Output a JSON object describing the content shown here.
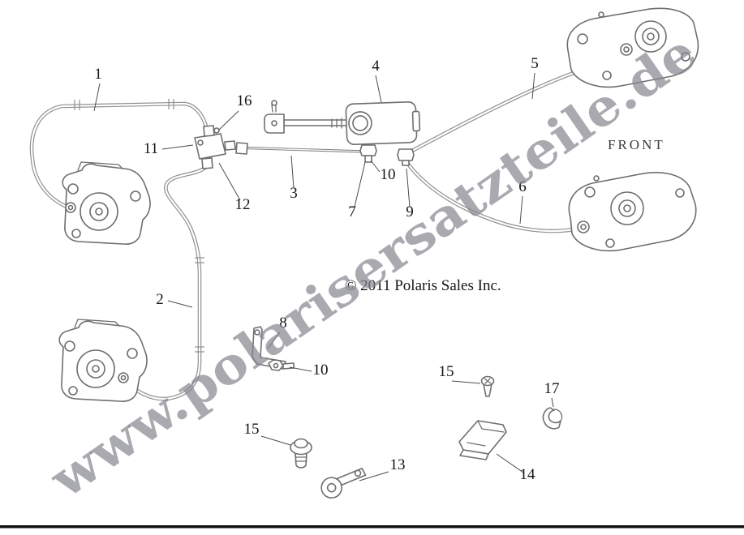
{
  "diagram": {
    "watermark": "www.polarisersatzteile.de",
    "copyright": "© 2011 Polaris Sales Inc.",
    "front_label": "FRONT",
    "colors": {
      "watermark": "#84848f",
      "line_art": "#6e6e6e",
      "hose": "#909090",
      "text": "#141414",
      "bottom_rule": "#101010"
    }
  },
  "callouts": [
    {
      "n": "1"
    },
    {
      "n": "16"
    },
    {
      "n": "11"
    },
    {
      "n": "12"
    },
    {
      "n": "3"
    },
    {
      "n": "4"
    },
    {
      "n": "7"
    },
    {
      "n": "10"
    },
    {
      "n": "9"
    },
    {
      "n": "5"
    },
    {
      "n": "6"
    },
    {
      "n": "2"
    },
    {
      "n": "8"
    },
    {
      "n": "10"
    },
    {
      "n": "15"
    },
    {
      "n": "17"
    },
    {
      "n": "15"
    },
    {
      "n": "13"
    },
    {
      "n": "14"
    }
  ]
}
